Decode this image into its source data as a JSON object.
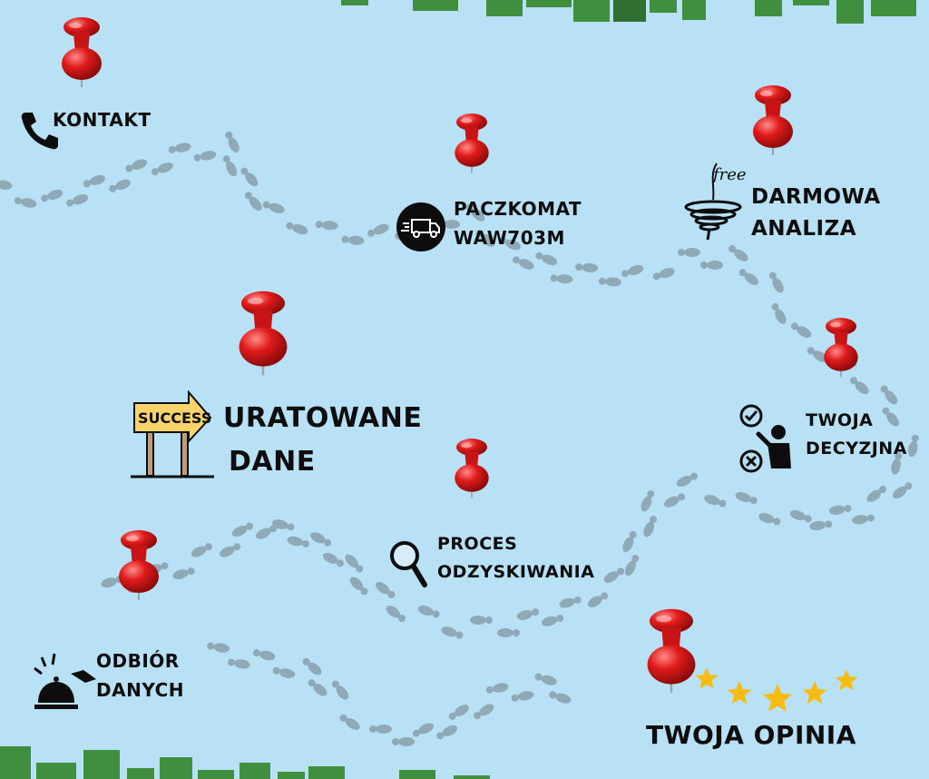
{
  "colors": {
    "background": "#b9e1f5",
    "pin": "#e01b1b",
    "footprint": "#8fa9b7",
    "grass": "#3f8f3f",
    "star": "#f7bc14",
    "sign": "#f6d36b",
    "text": "#0d0d0d"
  },
  "stops": {
    "kontakt": {
      "line1": "KONTAKT",
      "icon": "phone-icon"
    },
    "paczkomat": {
      "line1": "PACZKOMAT",
      "line2": "WAW703m",
      "icon": "delivery-truck-icon"
    },
    "darmowa": {
      "line1": "DARMOWA",
      "line2": "ANALIZA",
      "icon": "free-tornado-icon",
      "icon_text": "free"
    },
    "uratowane": {
      "line1": "URATOWANE",
      "line2": "DANE",
      "icon": "success-signpost-icon",
      "sign_text": "SUCCESS"
    },
    "twoja_decyzja": {
      "line1": "TWOJA",
      "line2": "DECYZJNA",
      "icon": "decision-person-icon"
    },
    "proces": {
      "line1": "PROCES",
      "line2": "ODZYSKIWANIA",
      "icon": "magnifier-icon"
    },
    "odbior": {
      "line1": "ODBIÓR",
      "line2": "DANYCH",
      "icon": "service-bell-icon"
    },
    "opinia": {
      "line1": "TWOJA OPINIA",
      "icon": "star-icon",
      "stars": 5
    }
  }
}
